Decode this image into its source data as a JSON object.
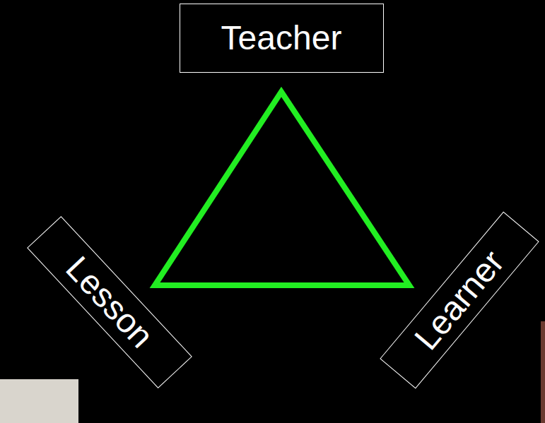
{
  "diagram": {
    "nodes": [
      {
        "text": [
          "Teacher"
        ]
      },
      {
        "text": [
          "Lesson"
        ]
      },
      {
        "text": [
          "Learner"
        ]
      }
    ]
  }
}
